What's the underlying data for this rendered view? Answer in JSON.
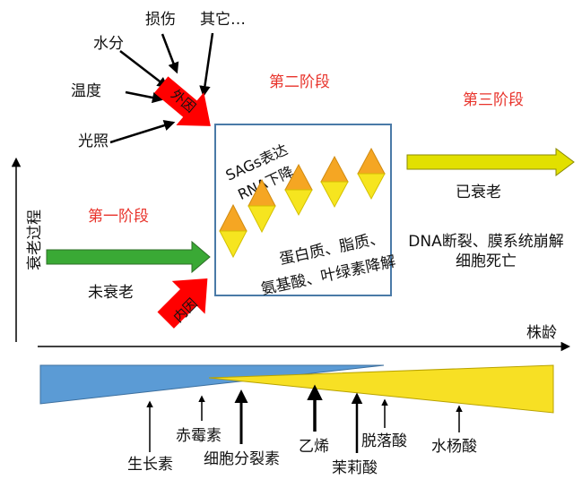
{
  "external_factors": {
    "heading": "外因",
    "items": [
      "损伤",
      "其它…",
      "水分",
      "温度",
      "光照"
    ]
  },
  "internal_factor": "内因",
  "stages": {
    "stage1": "第一阶段",
    "stage2": "第二阶段",
    "stage3": "第三阶段"
  },
  "states": {
    "not_senescent": "未衰老",
    "senescent": "已衰老"
  },
  "stage2_box": {
    "line1": "SAGs表达",
    "line2": "RNA下降",
    "line3": "蛋白质、脂质、",
    "line4": "氨基酸、叶绿素降解"
  },
  "stage3_desc": {
    "line1": "DNA断裂、膜系统崩解",
    "line2": "细胞死亡"
  },
  "axes": {
    "y_label": "衰老过程",
    "x_label": "株龄"
  },
  "hormones": [
    "生长素",
    "赤霉素",
    "细胞分裂素",
    "乙烯",
    "茉莉酸",
    "脱落酸",
    "水杨酸"
  ],
  "colors": {
    "stage_label": "#e8332b",
    "green_arrow": "#3aa935",
    "yellow_arrow": "#e2e000",
    "red_arrow": "#ff0000",
    "box_border": "#4a7aa7",
    "blue_wedge": "#5b9bd5",
    "yellow_wedge": "#f7e024",
    "diamond_top": "#f5a623",
    "diamond_bottom": "#f6e51f"
  }
}
